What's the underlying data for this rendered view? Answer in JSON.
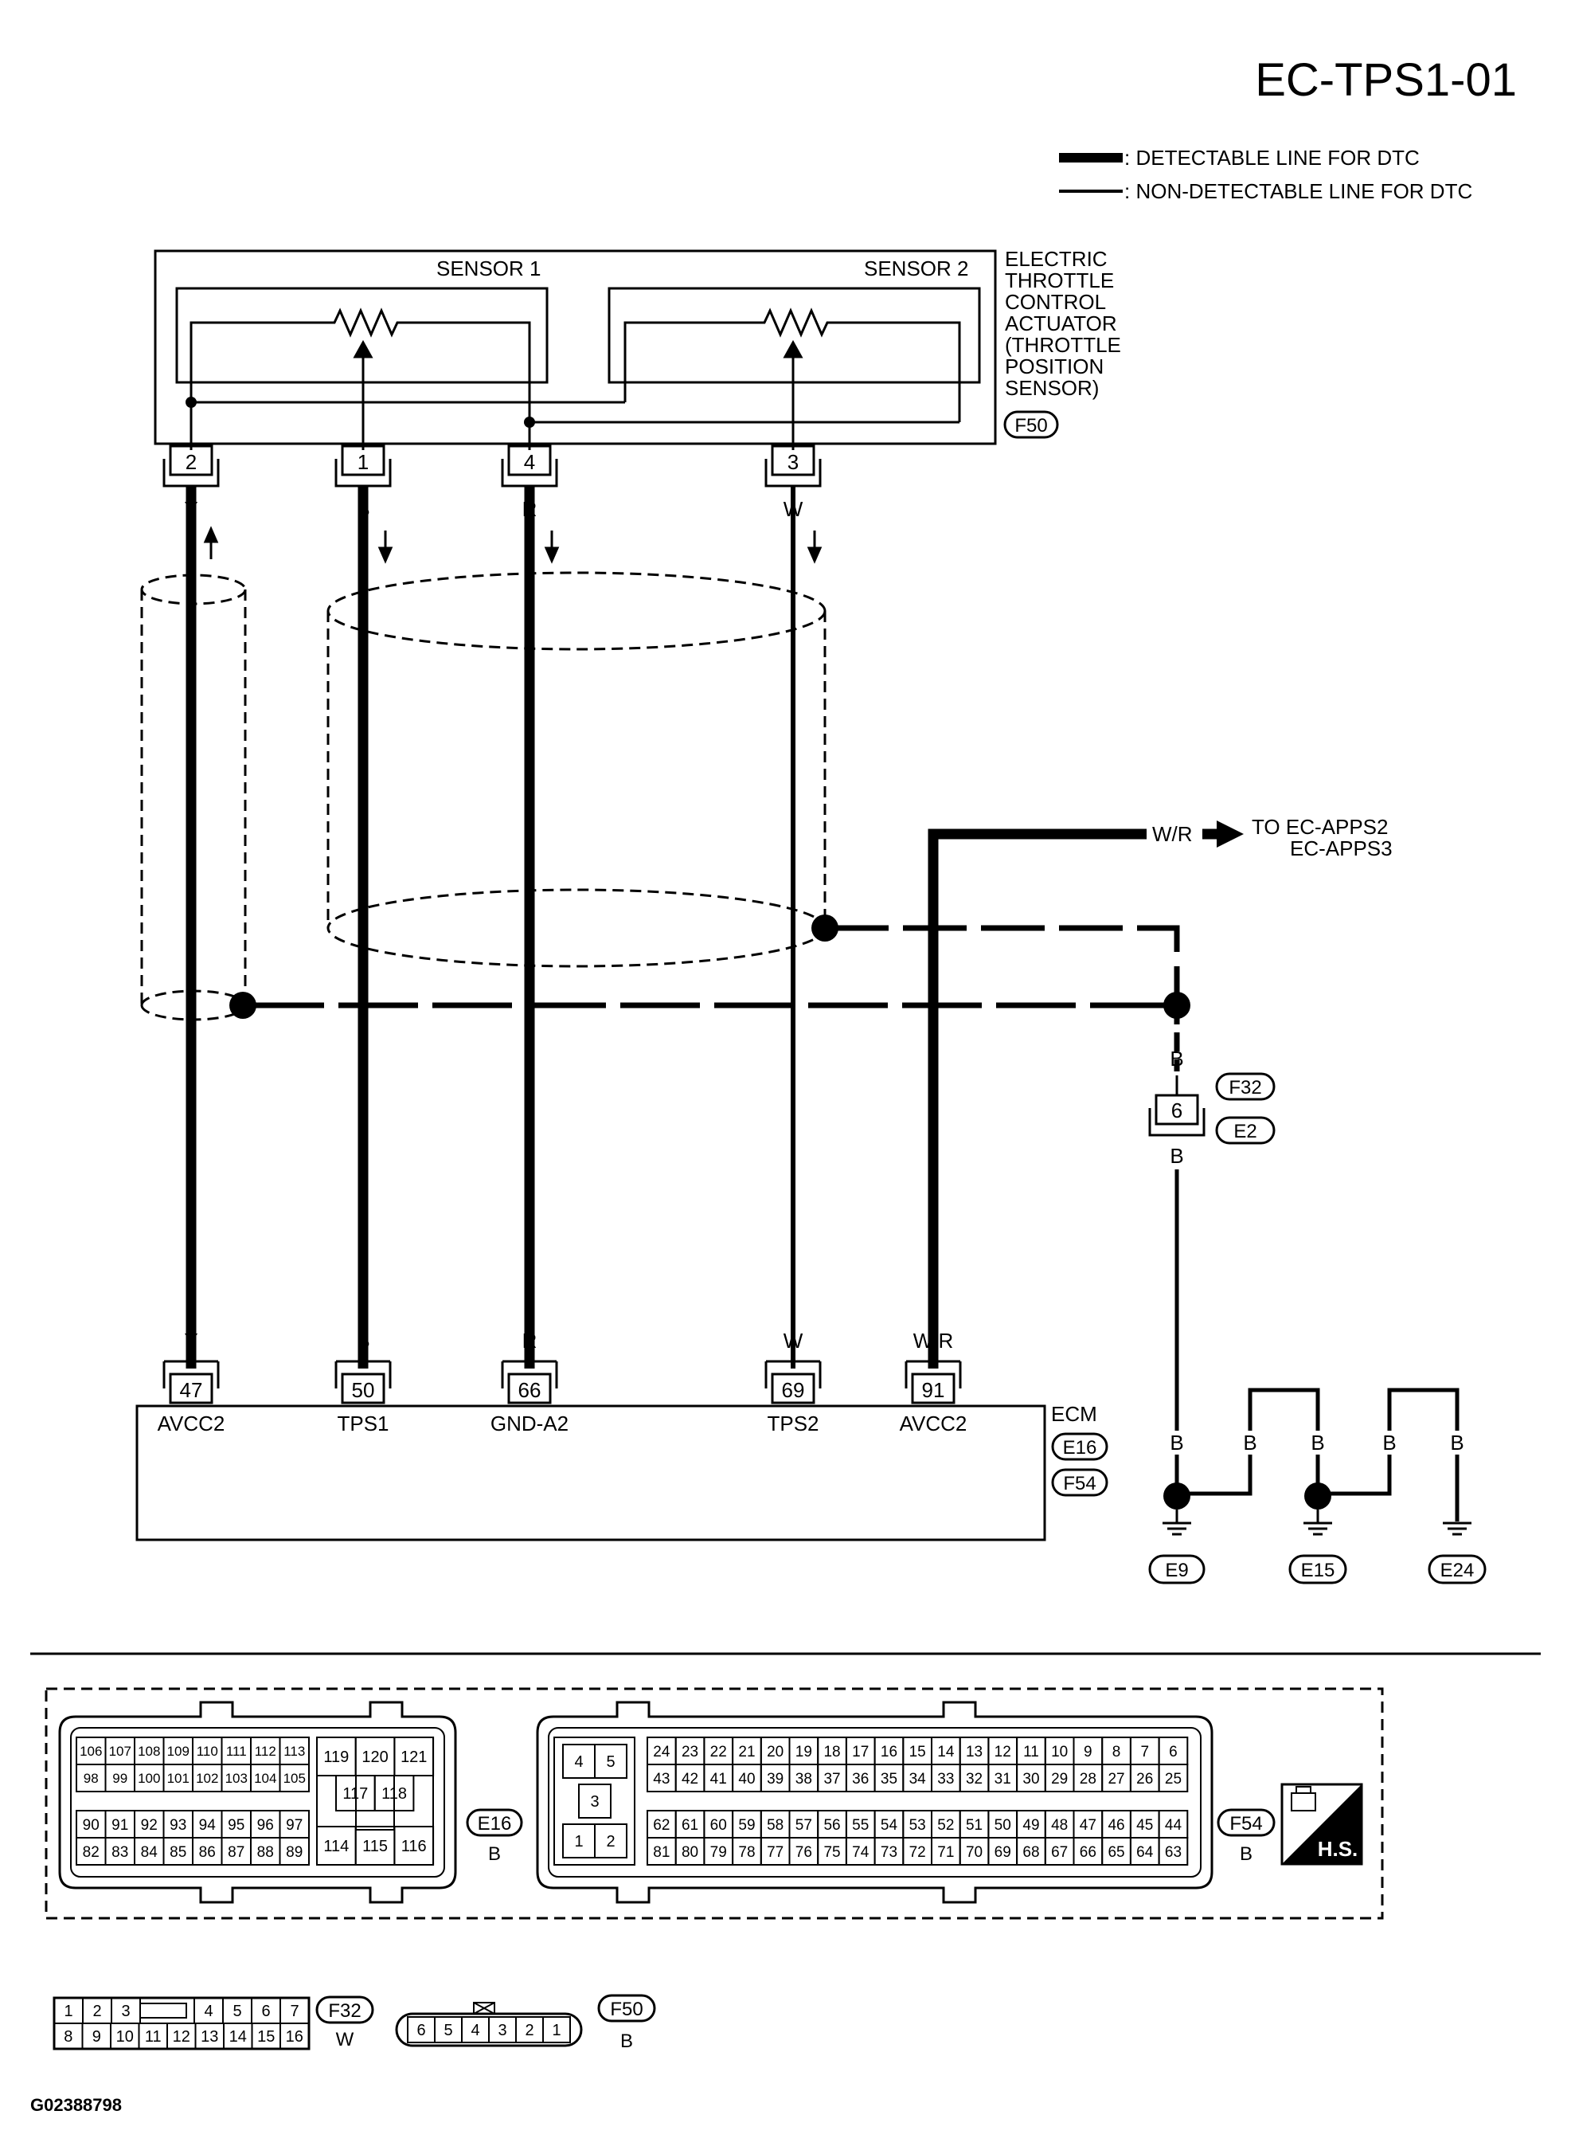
{
  "title": "EC-TPS1-01",
  "legend": {
    "detectable": ": DETECTABLE LINE FOR DTC",
    "non_detectable": ": NON-DETECTABLE LINE FOR DTC"
  },
  "actuator": {
    "sensor1": "SENSOR 1",
    "sensor2": "SENSOR 2",
    "label_lines": [
      "ELECTRIC",
      "THROTTLE",
      "CONTROL",
      "ACTUATOR",
      "(THROTTLE",
      "POSITION",
      "SENSOR)"
    ],
    "connector": "F50",
    "pins": [
      {
        "num": "2",
        "wire": "Y"
      },
      {
        "num": "1",
        "wire": "B"
      },
      {
        "num": "4",
        "wire": "R"
      },
      {
        "num": "3",
        "wire": "W"
      }
    ]
  },
  "to_other": {
    "wire": "W/R",
    "to_label": "TO EC-APPS2",
    "to_label2": "EC-APPS3"
  },
  "joint": {
    "wire_top": "B",
    "pin": "6",
    "conn1": "F32",
    "conn2": "E2",
    "wire_bottom": "B"
  },
  "ecm": {
    "label": "ECM",
    "conn1": "E16",
    "conn2": "F54",
    "pins": [
      {
        "num": "47",
        "wire": "Y",
        "name": "AVCC2"
      },
      {
        "num": "50",
        "wire": "B",
        "name": "TPS1"
      },
      {
        "num": "66",
        "wire": "R",
        "name": "GND-A2"
      },
      {
        "num": "69",
        "wire": "W",
        "name": "TPS2"
      },
      {
        "num": "91",
        "wire": "W/R",
        "name": "AVCC2"
      }
    ]
  },
  "grounds": {
    "wires": [
      "B",
      "B",
      "B",
      "B",
      "B"
    ],
    "labels": [
      "E9",
      "E15",
      "E24"
    ]
  },
  "face_views": {
    "e16": {
      "label": "E16",
      "color": "B",
      "row1": [
        "106",
        "107",
        "108",
        "109",
        "110",
        "111",
        "112",
        "113"
      ],
      "row2": [
        "98",
        "99",
        "100",
        "101",
        "102",
        "103",
        "104",
        "105"
      ],
      "row3": [
        "90",
        "91",
        "92",
        "93",
        "94",
        "95",
        "96",
        "97"
      ],
      "row4": [
        "82",
        "83",
        "84",
        "85",
        "86",
        "87",
        "88",
        "89"
      ],
      "mid_top": [
        "119",
        "120",
        "121"
      ],
      "mid_center": [
        "117",
        "118"
      ],
      "mid_bottom": [
        "114",
        "115",
        "116"
      ]
    },
    "f54": {
      "label": "F54",
      "color": "B",
      "left_top": [
        "4",
        "5"
      ],
      "left_mid": "3",
      "left_bottom": [
        "1",
        "2"
      ],
      "row1": [
        "24",
        "23",
        "22",
        "21",
        "20",
        "19",
        "18",
        "17",
        "16",
        "15",
        "14",
        "13",
        "12",
        "11",
        "10",
        "9",
        "8",
        "7",
        "6"
      ],
      "row2": [
        "43",
        "42",
        "41",
        "40",
        "39",
        "38",
        "37",
        "36",
        "35",
        "34",
        "33",
        "32",
        "31",
        "30",
        "29",
        "28",
        "27",
        "26",
        "25"
      ],
      "row3": [
        "62",
        "61",
        "60",
        "59",
        "58",
        "57",
        "56",
        "55",
        "54",
        "53",
        "52",
        "51",
        "50",
        "49",
        "48",
        "47",
        "46",
        "45",
        "44"
      ],
      "row4": [
        "81",
        "80",
        "79",
        "78",
        "77",
        "76",
        "75",
        "74",
        "73",
        "72",
        "71",
        "70",
        "69",
        "68",
        "67",
        "66",
        "65",
        "64",
        "63"
      ]
    },
    "hs_label": "H.S.",
    "f32": {
      "label": "F32",
      "color": "W",
      "top_left": [
        "1",
        "2",
        "3"
      ],
      "top_right": [
        "4",
        "5",
        "6",
        "7"
      ],
      "bottom": [
        "8",
        "9",
        "10",
        "11",
        "12",
        "13",
        "14",
        "15",
        "16"
      ]
    },
    "f50": {
      "label": "F50",
      "color": "B",
      "pins": [
        "6",
        "5",
        "4",
        "3",
        "2",
        "1"
      ]
    }
  },
  "footer_id": "G02388798"
}
